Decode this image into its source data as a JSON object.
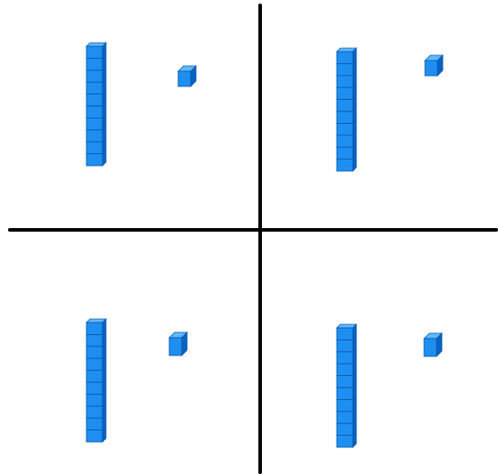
{
  "diagram": {
    "kind": "base-ten-blocks",
    "colors": {
      "block_front": "#1e8ff0",
      "block_top": "#5fb8ff",
      "block_side": "#0a63c4",
      "block_edge": "#0b57a8",
      "divider": "#000000",
      "background": "#ffffff"
    },
    "quadrants": [
      {
        "id": "top-left",
        "tens": 1,
        "ones": 1
      },
      {
        "id": "top-right",
        "tens": 1,
        "ones": 1
      },
      {
        "id": "bottom-left",
        "tens": 1,
        "ones": 1
      },
      {
        "id": "bottom-right",
        "tens": 1,
        "ones": 1
      }
    ]
  }
}
